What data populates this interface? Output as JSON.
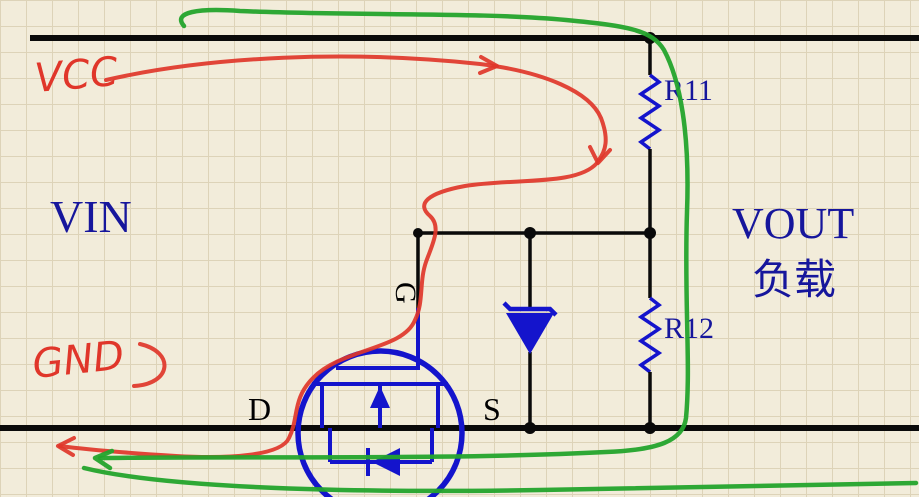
{
  "labels": {
    "vcc": "VCC",
    "gnd": "GND",
    "vin": "VIN",
    "vout": "VOUT",
    "load": "负载",
    "r11": "R11",
    "r12": "R12",
    "gate": "G",
    "drain": "D",
    "source": "S"
  },
  "colors": {
    "grid_bg": "#f2ecda",
    "grid_line": "#ddd3b8",
    "wire": "#0a0a0a",
    "comp": "#1414cc",
    "label_blue": "#16169c",
    "ink_red": "#e0362a",
    "ink_green": "#23a42c"
  }
}
